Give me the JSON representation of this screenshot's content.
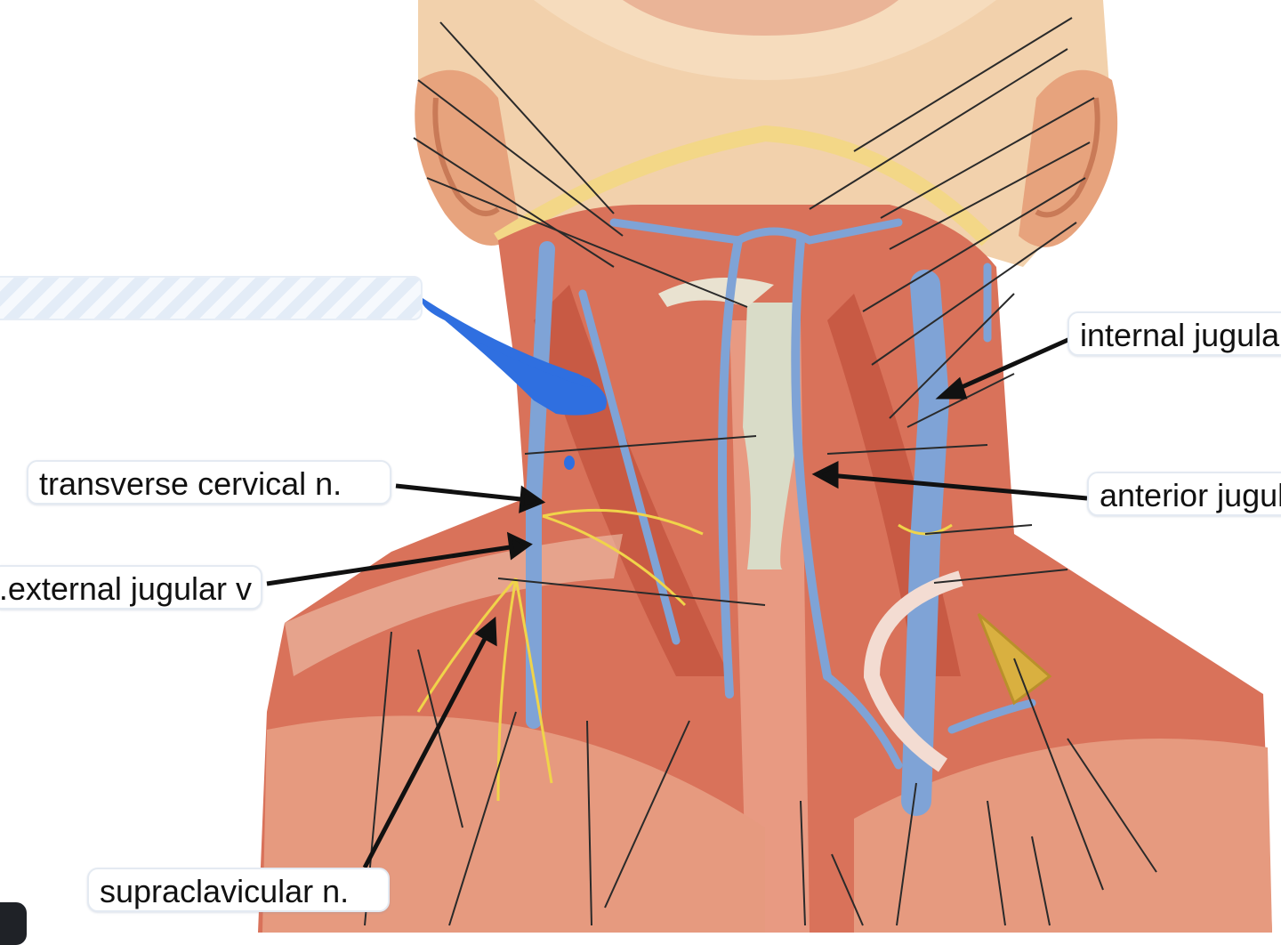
{
  "labels": {
    "internal_jugular": "internal jugular v.",
    "anterior_jugular": "anterior jugular v.",
    "transverse_cervical": "transverse cervical n.",
    "external_jugular": "external jugular v.",
    "supraclavicular": "supraclavicular n."
  },
  "colors": {
    "skin": "#f1cfa8",
    "muscle": "#d9725a",
    "muscle_dark": "#b94a36",
    "vein": "#7fa3d6",
    "vein_dark": "#5b80b8",
    "nerve": "#f0d44a",
    "pen_blue": "#2f6fe0",
    "arrow": "#111111",
    "leader_line": "#2a2a2a"
  }
}
